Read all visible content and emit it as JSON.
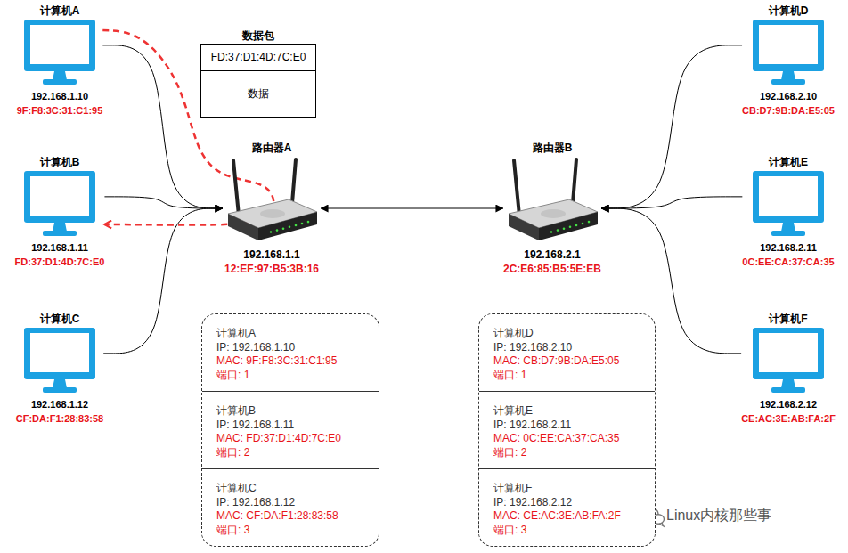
{
  "diagram": {
    "nodes": [
      {
        "text": [
          "计算机A",
          "192.168.1.10",
          "9F:F8:3C:31:C1:95"
        ]
      },
      {
        "text": [
          "计算机B",
          "192.168.1.11",
          "FD:37:D1:4D:7C:E0"
        ]
      },
      {
        "text": [
          "计算机C",
          "192.168.1.12",
          "CF:DA:F1:28:83:58"
        ]
      },
      {
        "text": [
          "数据包",
          "FD:37:D1:4D:7C:E0",
          "数据"
        ]
      },
      {
        "text": [
          "路由器A",
          "192.168.1.1",
          "12:EF:97:B5:3B:16"
        ]
      },
      {
        "text": [
          "路由器B",
          "192.168.2.1",
          "2C:E6:85:B5:5E:EB"
        ]
      },
      {
        "text": [
          "计算机D",
          "192.168.2.10",
          "CB:D7:9B:DA:E5:05"
        ]
      },
      {
        "text": [
          "计算机E",
          "192.168.2.11",
          "0C:EE:CA:37:CA:35"
        ]
      },
      {
        "text": [
          "计算机F",
          "192.168.2.12",
          "CE:AC:3E:AB:FA:2F"
        ]
      },
      {
        "text": []
      },
      {
        "text": [
          "计算机A",
          "IP: 192.168.1.10",
          "MAC: 9F:F8:3C:31:C1:95",
          "端口: 1"
        ],
        "in": 9
      },
      {
        "text": [
          "计算机B",
          "IP: 192.168.1.11",
          "MAC: FD:37:D1:4D:7C:E0",
          "端口: 2"
        ],
        "in": 9
      },
      {
        "text": [
          "计算机C",
          "IP: 192.168.1.12",
          "MAC: CF:DA:F1:28:83:58",
          "端口: 3"
        ],
        "in": 9
      },
      {
        "text": []
      },
      {
        "text": [
          "计算机D",
          "IP: 192.168.2.10",
          "MAC: CB:D7:9B:DA:E5:05",
          "端口: 1"
        ],
        "in": 13
      },
      {
        "text": [
          "计算机E",
          "IP: 192.168.2.11",
          "MAC: 0C:EE:CA:37:CA:35",
          "端口: 2"
        ],
        "in": 13
      },
      {
        "text": [
          "计算机F",
          "IP: 192.168.2.12",
          "MAC: CE:AC:3E:AB:FA:2F",
          "端口: 3"
        ],
        "in": 13
      }
    ],
    "edges": [
      {
        "from": 0,
        "to": 4,
        "arrow": "to"
      },
      {
        "from": 1,
        "to": 4,
        "arrow": "to"
      },
      {
        "from": 2,
        "to": 4,
        "arrow": "to"
      },
      {
        "from": 4,
        "to": 5,
        "arrow": "both"
      },
      {
        "from": 6,
        "to": 5,
        "arrow": "to"
      },
      {
        "from": 7,
        "to": 5,
        "arrow": "to"
      },
      {
        "from": 8,
        "to": 5,
        "arrow": "to"
      },
      {
        "from": 0,
        "to": 1,
        "arrow": "to"
      }
    ],
    "labels": [
      "Linux内核那些事"
    ]
  }
}
